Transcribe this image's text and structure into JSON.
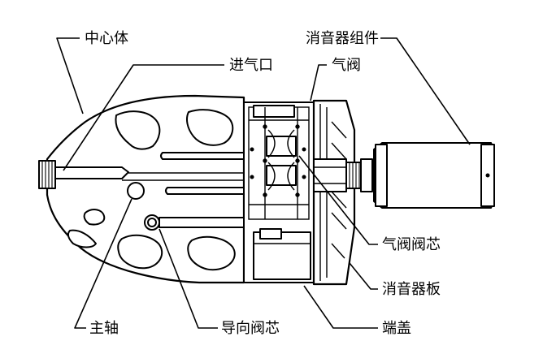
{
  "labels": {
    "center_body": "中心体",
    "air_inlet": "进气口",
    "air_valve": "气阀",
    "muffler_assembly": "消音器组件",
    "air_valve_spool": "气阀阀芯",
    "muffler_plate": "消音器板",
    "end_cap": "端盖",
    "main_shaft": "主轴",
    "pilot_valve_spool": "导向阀芯"
  },
  "colors": {
    "line": "#000000",
    "background": "#ffffff"
  }
}
